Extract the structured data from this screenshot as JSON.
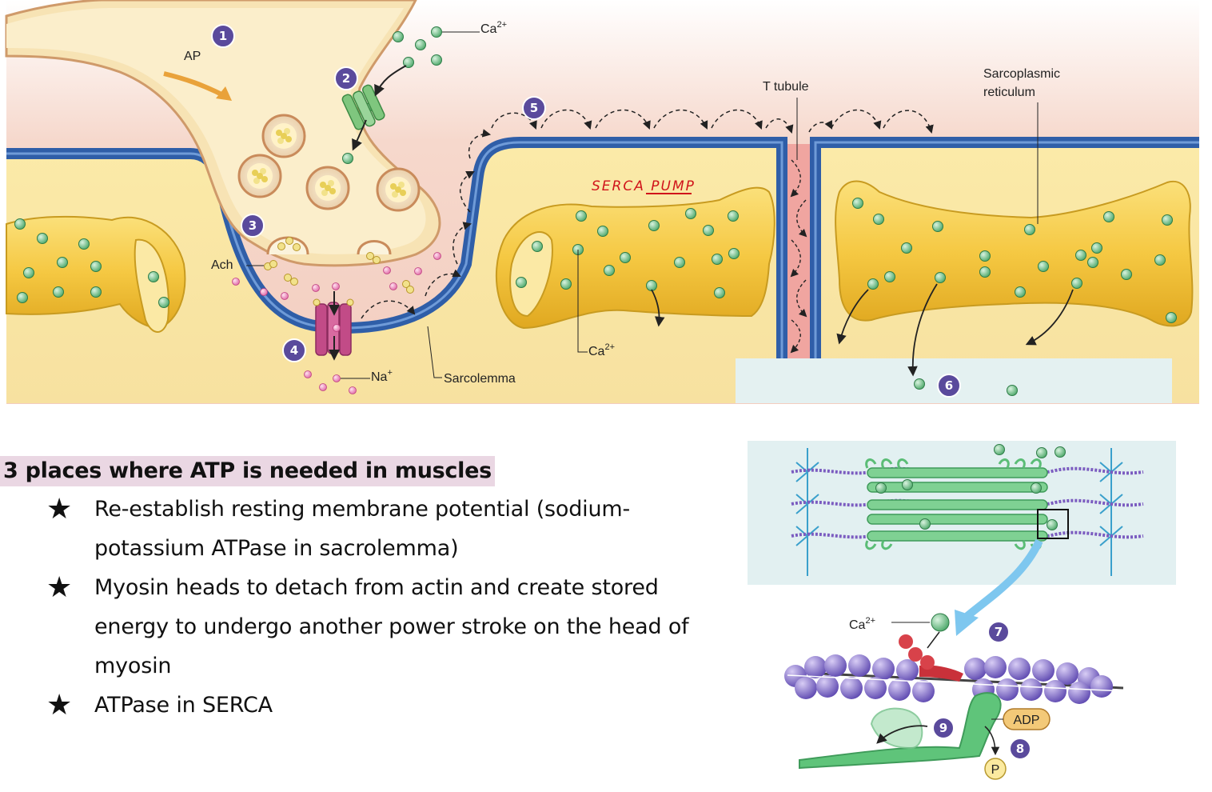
{
  "diagram": {
    "labels": {
      "ap": "AP",
      "ca_top": "Ca",
      "ca_top_sup": "2+",
      "t_tubule": "T tubule",
      "sr_line1": "Sarcoplasmic",
      "sr_line2": "reticulum",
      "ach": "Ach",
      "na": "Na",
      "na_sup": "+",
      "sarcolemma": "Sarcolemma",
      "ca_sr": "Ca",
      "ca_sr_sup": "2+",
      "serca_handwritten": "SERCA PUMP",
      "ca_bottom": "Ca",
      "ca_bottom_sup": "2+",
      "adp": "ADP",
      "p": "P"
    },
    "step_numbers": [
      "1",
      "2",
      "3",
      "4",
      "5",
      "6",
      "7",
      "8",
      "9"
    ],
    "colors": {
      "membrane": "#2f5ea8",
      "sr_fill": "#f5c842",
      "calcium": "#6fc48c",
      "step_badge": "#5a4a9c",
      "handwriting": "#d0141b"
    }
  },
  "notes": {
    "title": "3 places where ATP is needed in muscles",
    "items": [
      "Re-establish resting membrane potential (sodium-potassium ATPase in sacrolemma)",
      "Myosin heads to detach from actin and create stored energy to undergo another power stroke on the head of myosin",
      "ATPase in SERCA"
    ],
    "bullet_icon": "black-star-icon"
  }
}
